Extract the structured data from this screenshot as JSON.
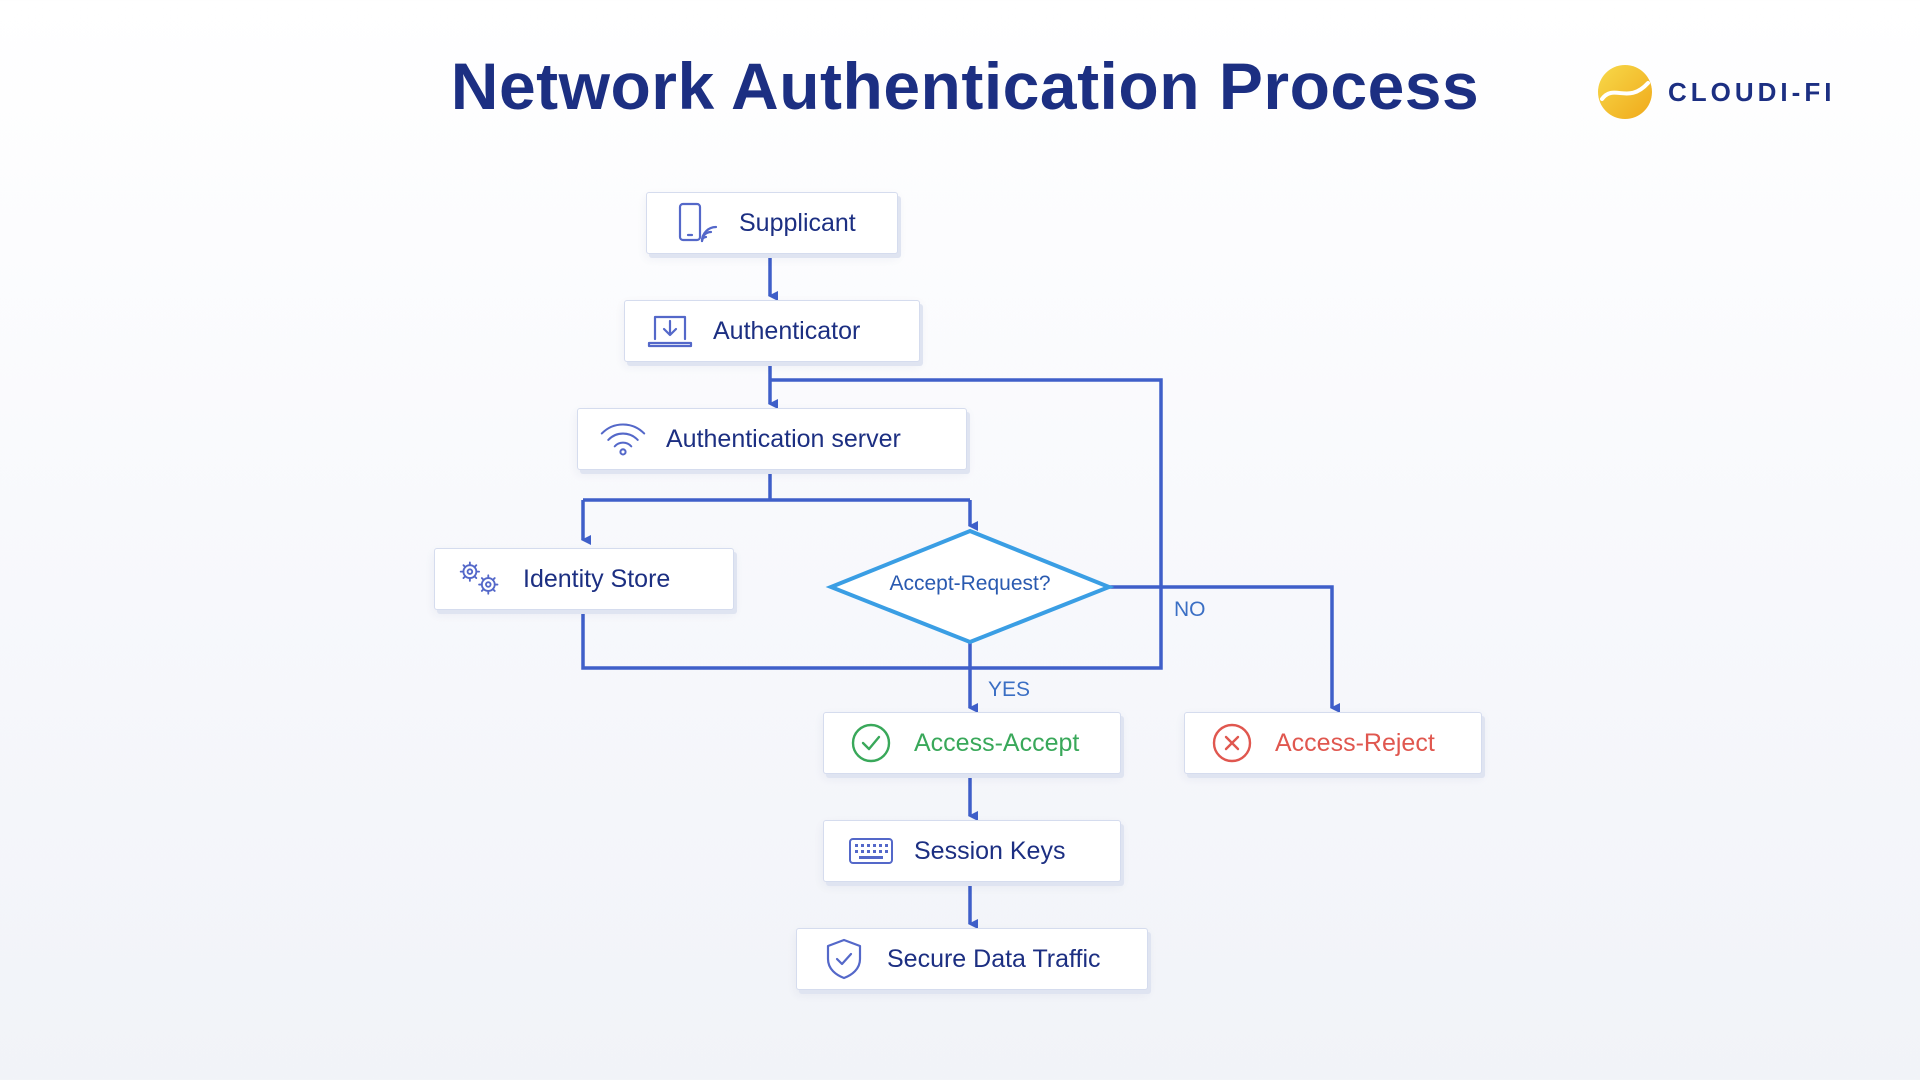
{
  "title": "Network Authentication Process",
  "logo": {
    "text": "CLOUDI-FI"
  },
  "nodes": {
    "supplicant": {
      "label": "Supplicant",
      "icon": "mobile-wifi-icon"
    },
    "authenticator": {
      "label": "Authenticator",
      "icon": "laptop-download-icon"
    },
    "auth_server": {
      "label": "Authentication server",
      "icon": "wifi-icon"
    },
    "identity_store": {
      "label": "Identity Store",
      "icon": "gears-icon"
    },
    "decision": {
      "label": "Accept-Request?"
    },
    "access_accept": {
      "label": "Access-Accept",
      "icon": "check-circle-icon"
    },
    "access_reject": {
      "label": "Access-Reject",
      "icon": "x-circle-icon"
    },
    "session_keys": {
      "label": "Session Keys",
      "icon": "keyboard-icon"
    },
    "secure_traffic": {
      "label": "Secure Data Traffic",
      "icon": "shield-check-icon"
    }
  },
  "edges": {
    "yes_label": "YES",
    "no_label": "NO"
  },
  "colors": {
    "title": "#1c2f82",
    "connector": "#3f5fc9",
    "diamond": "#3a9ee4",
    "accept": "#39a85a",
    "reject": "#e0574f",
    "logo_yellow": "#f5c21b"
  }
}
